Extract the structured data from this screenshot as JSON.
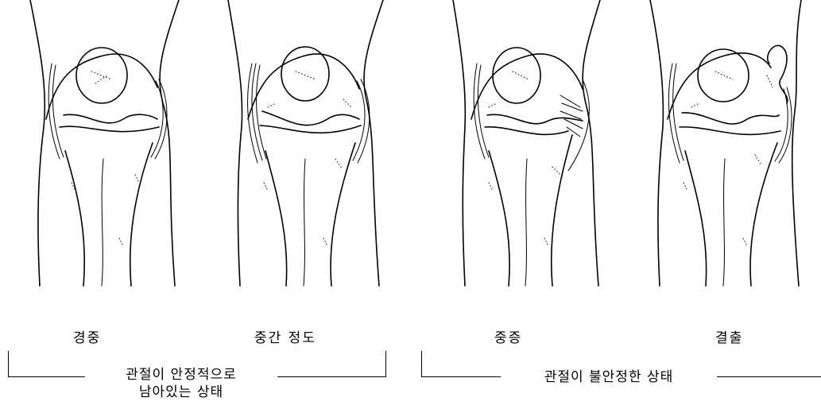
{
  "stages": [
    {
      "label": "경중"
    },
    {
      "label": "중간 정도"
    },
    {
      "label": "중증"
    },
    {
      "label": "결출"
    }
  ],
  "groups": [
    {
      "label_line1": "관절이 안정적으로",
      "label_line2": "남아있는 상태"
    },
    {
      "label_line1": "관절이 불안정한 상태",
      "label_line2": ""
    }
  ]
}
